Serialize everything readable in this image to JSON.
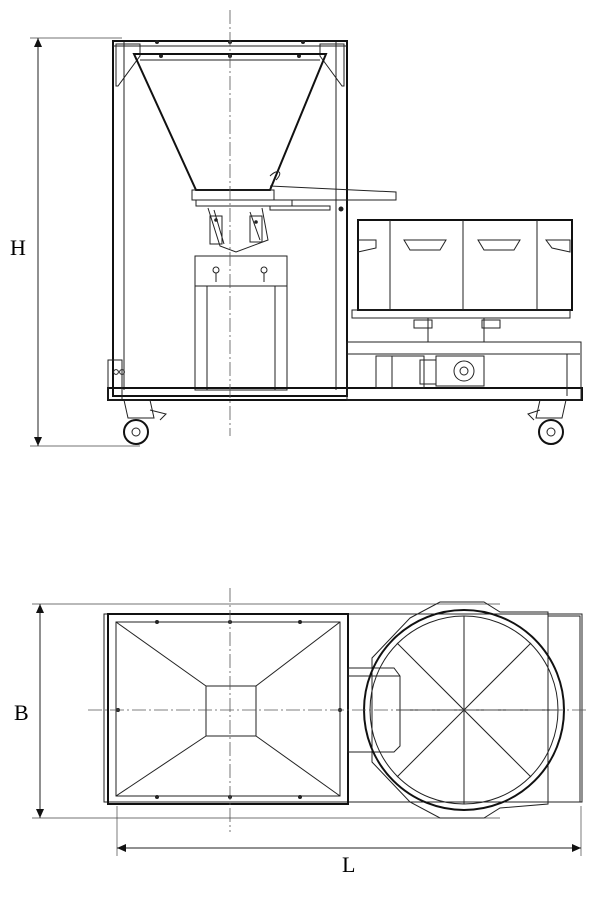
{
  "dimensions": {
    "height_label": "H",
    "width_label": "B",
    "length_label": "L"
  },
  "colors": {
    "line": "#111111",
    "background": "#ffffff"
  }
}
